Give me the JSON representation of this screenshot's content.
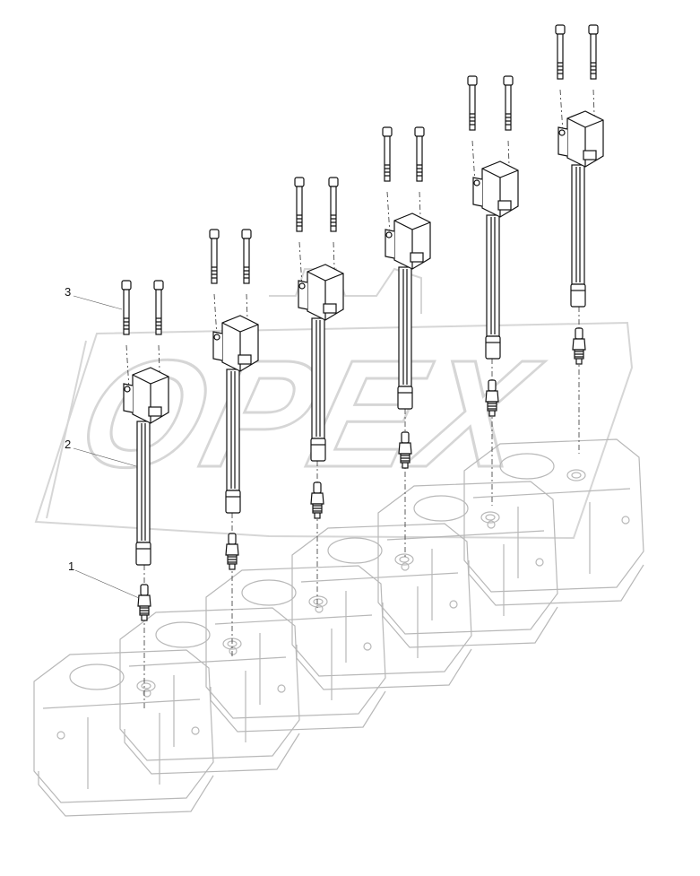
{
  "diagram": {
    "callouts": [
      {
        "id": "1",
        "label": "1"
      },
      {
        "id": "2",
        "label": "2"
      },
      {
        "id": "3",
        "label": "3"
      }
    ],
    "watermark_text": "OPEX",
    "colors": {
      "line": "#111111",
      "head_line": "#b8b8b8",
      "watermark": "#d6d6d6"
    },
    "cylinder_count": 6,
    "parts": [
      "spark-plug",
      "ignition-coil",
      "bolt"
    ]
  }
}
